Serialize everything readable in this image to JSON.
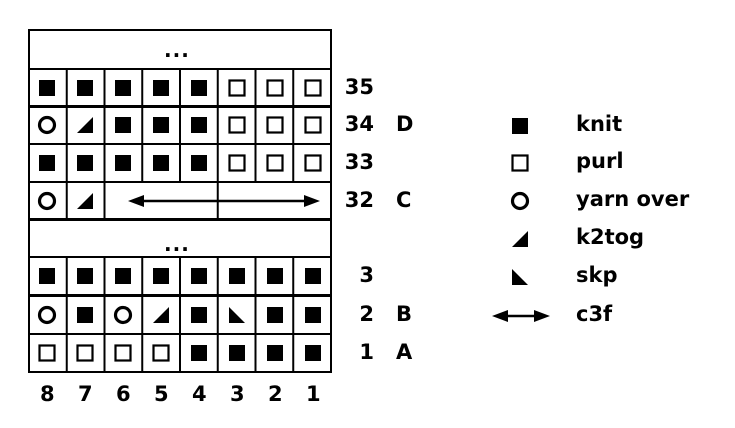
{
  "chart": {
    "ellipsis_top": "...",
    "ellipsis_mid": "...",
    "rows": [
      {
        "row": "35",
        "label": "",
        "cells": [
          "knit",
          "knit",
          "knit",
          "knit",
          "knit",
          "purl",
          "purl",
          "purl"
        ]
      },
      {
        "row": "34",
        "label": "D",
        "cells": [
          "yo",
          "k2tog",
          "knit",
          "knit",
          "knit",
          "purl",
          "purl",
          "purl"
        ]
      },
      {
        "row": "33",
        "label": "",
        "cells": [
          "knit",
          "knit",
          "knit",
          "knit",
          "knit",
          "purl",
          "purl",
          "purl"
        ]
      },
      {
        "row": "32",
        "label": "C",
        "cells": [
          "yo",
          "k2tog",
          "c3f-start",
          "c3f",
          "c3f",
          "c3f",
          "c3f",
          "c3f-end"
        ]
      },
      {
        "row": "3",
        "label": "",
        "cells": [
          "knit",
          "knit",
          "knit",
          "knit",
          "knit",
          "knit",
          "knit",
          "knit"
        ]
      },
      {
        "row": "2",
        "label": "B",
        "cells": [
          "yo",
          "knit",
          "yo",
          "k2tog",
          "knit",
          "skp",
          "knit",
          "knit"
        ]
      },
      {
        "row": "1",
        "label": "A",
        "cells": [
          "purl",
          "purl",
          "purl",
          "purl",
          "knit",
          "knit",
          "knit",
          "knit"
        ]
      }
    ],
    "columns": [
      "8",
      "7",
      "6",
      "5",
      "4",
      "3",
      "2",
      "1"
    ]
  },
  "legend": [
    {
      "symbol": "knit",
      "label": "knit"
    },
    {
      "symbol": "purl",
      "label": "purl"
    },
    {
      "symbol": "yo",
      "label": "yarn over"
    },
    {
      "symbol": "k2tog",
      "label": "k2tog"
    },
    {
      "symbol": "skp",
      "label": "skp"
    },
    {
      "symbol": "c3f",
      "label": "c3f"
    }
  ]
}
